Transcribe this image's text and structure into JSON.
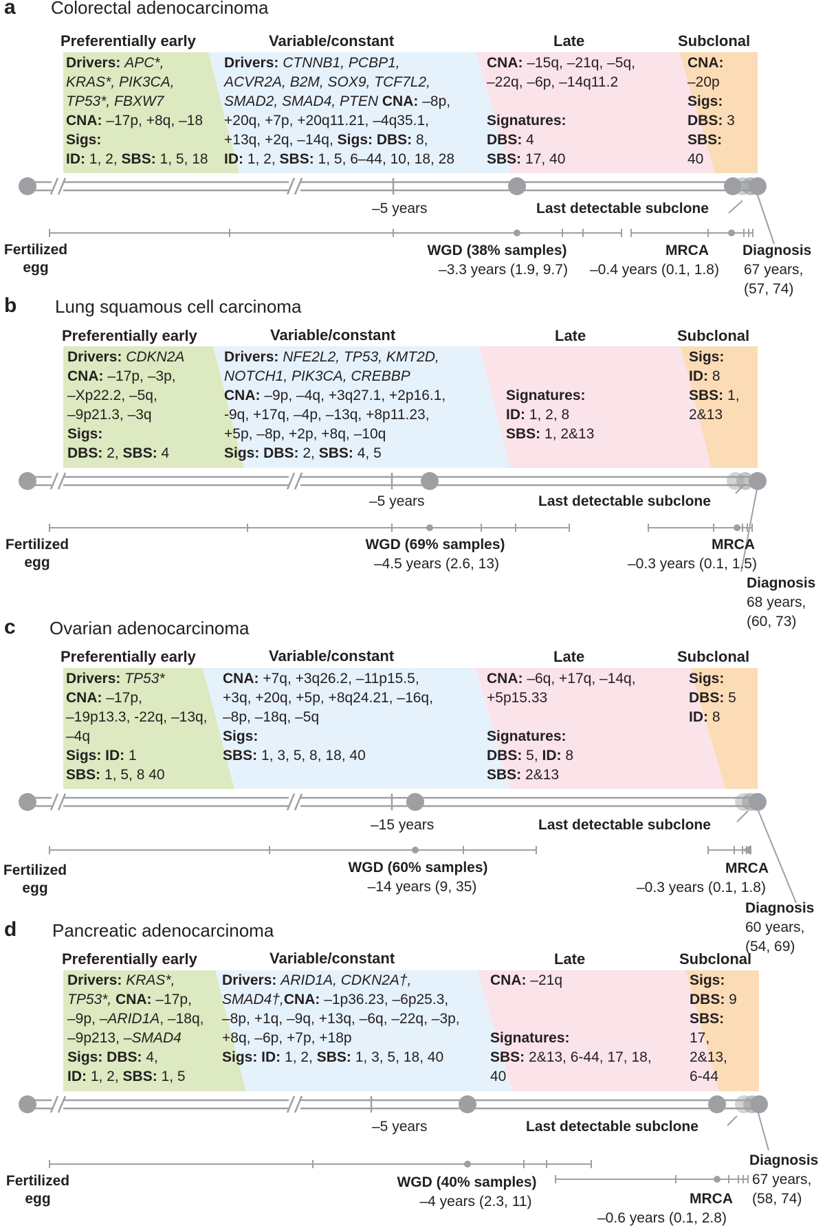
{
  "figure": {
    "headers": {
      "early": "Preferentially early",
      "variable": "Variable/constant",
      "late": "Late",
      "subclonal": "Subclonal"
    },
    "labels": {
      "last_subclone": "Last detectable subclone",
      "fertilized_1": "Fertilized",
      "fertilized_2": "egg",
      "diagnosis": "Diagnosis",
      "mrca": "MRCA"
    },
    "colors": {
      "early": "#dde9c0",
      "variable": "#e6f2fb",
      "late": "#fbe3ea",
      "subclonal": "#fbdcb6",
      "timeline": "#9d9fa2"
    }
  },
  "panels": [
    {
      "letter": "a",
      "title": "Colorectal adenocarcinoma",
      "early": [
        [
          {
            "t": "Drivers: ",
            "b": 1
          },
          {
            "t": "APC*,",
            "i": 1
          }
        ],
        [
          {
            "t": "KRAS*, PIK3CA,",
            "i": 1
          }
        ],
        [
          {
            "t": "TP53*, FBXW7",
            "i": 1
          }
        ],
        [
          {
            "t": "CNA: ",
            "b": 1
          },
          {
            "t": "–17p, +8q, –18"
          }
        ],
        [
          {
            "t": "Sigs:",
            "b": 1
          }
        ],
        [
          {
            "t": "ID: ",
            "b": 1
          },
          {
            "t": "1, 2, "
          },
          {
            "t": "SBS: ",
            "b": 1
          },
          {
            "t": "1, 5, 18"
          }
        ]
      ],
      "variable": [
        [
          {
            "t": "Drivers: ",
            "b": 1
          },
          {
            "t": "CTNNB1, PCBP1,",
            "i": 1
          }
        ],
        [
          {
            "t": "ACVR2A, B2M, SOX9, TCF7L2,",
            "i": 1
          }
        ],
        [
          {
            "t": "SMAD2, SMAD4, PTEN ",
            "i": 1
          },
          {
            "t": "CNA: ",
            "b": 1
          },
          {
            "t": "–8p,"
          }
        ],
        [
          {
            "t": "+20q, +7p, +20q11.21, –4q35.1,"
          }
        ],
        [
          {
            "t": "+13q, +2q, –14q, "
          },
          {
            "t": "Sigs: DBS: ",
            "b": 1
          },
          {
            "t": "8,"
          }
        ],
        [
          {
            "t": "ID: ",
            "b": 1
          },
          {
            "t": "1, 2, "
          },
          {
            "t": "SBS: ",
            "b": 1
          },
          {
            "t": "1, 5, 6–44, 10, 18, 28"
          }
        ]
      ],
      "late": [
        [
          {
            "t": "CNA: ",
            "b": 1
          },
          {
            "t": "–15q, –21q, –5q,"
          }
        ],
        [
          {
            "t": "–22q, –6p, –14q11.2"
          }
        ],
        [
          {
            "t": " "
          }
        ],
        [
          {
            "t": "Signatures:",
            "b": 1
          }
        ],
        [
          {
            "t": "DBS: ",
            "b": 1
          },
          {
            "t": "4"
          }
        ],
        [
          {
            "t": "SBS: ",
            "b": 1
          },
          {
            "t": "17, 40"
          }
        ]
      ],
      "subclonal": [
        [
          {
            "t": "CNA:",
            "b": 1
          }
        ],
        [
          {
            "t": "–20p"
          }
        ],
        [
          {
            "t": "Sigs:",
            "b": 1
          }
        ],
        [
          {
            "t": "DBS: ",
            "b": 1
          },
          {
            "t": "3"
          }
        ],
        [
          {
            "t": "SBS:",
            "b": 1
          }
        ],
        [
          {
            "t": "40"
          }
        ]
      ],
      "years": "–5 years",
      "wgd_label": "WGD (38% samples)",
      "wgd_value": "–3.3 years (1.9, 9.7)",
      "mrca_value": "–0.4 years (0.1, 1.8)",
      "age": "67 years,",
      "age_ci": "(57, 74)"
    },
    {
      "letter": "b",
      "title": "Lung squamous cell carcinoma",
      "early": [
        [
          {
            "t": "Drivers: ",
            "b": 1
          },
          {
            "t": "CDKN2A",
            "i": 1
          }
        ],
        [
          {
            "t": "CNA: ",
            "b": 1
          },
          {
            "t": "–17p, –3p,"
          }
        ],
        [
          {
            "t": "–Xp22.2, –5q,"
          }
        ],
        [
          {
            "t": "–9p21.3, –3q"
          }
        ],
        [
          {
            "t": "Sigs:",
            "b": 1
          }
        ],
        [
          {
            "t": "DBS: ",
            "b": 1
          },
          {
            "t": "2, "
          },
          {
            "t": "SBS: ",
            "b": 1
          },
          {
            "t": "4"
          }
        ]
      ],
      "variable": [
        [
          {
            "t": "Drivers: ",
            "b": 1
          },
          {
            "t": "NFE2L2, TP53, KMT2D,",
            "i": 1
          }
        ],
        [
          {
            "t": "NOTCH1, PIK3CA, CREBBP",
            "i": 1
          }
        ],
        [
          {
            "t": "CNA: ",
            "b": 1
          },
          {
            "t": "–9p, –4q, +3q27.1, +2p16.1,"
          }
        ],
        [
          {
            "t": "-9q, +17q, –4p, –13q, +8p11.23,"
          }
        ],
        [
          {
            "t": "+5p, –8p, +2p, +8q, –10q"
          }
        ],
        [
          {
            "t": "Sigs: DBS: ",
            "b": 1
          },
          {
            "t": "2, "
          },
          {
            "t": "SBS: ",
            "b": 1
          },
          {
            "t": "4, 5"
          }
        ]
      ],
      "late": [
        [
          {
            "t": " "
          }
        ],
        [
          {
            "t": " "
          }
        ],
        [
          {
            "t": "Signatures:",
            "b": 1
          }
        ],
        [
          {
            "t": "ID: ",
            "b": 1
          },
          {
            "t": "1, 2, 8"
          }
        ],
        [
          {
            "t": "SBS: ",
            "b": 1
          },
          {
            "t": "1, 2&13"
          }
        ]
      ],
      "subclonal": [
        [
          {
            "t": "Sigs:",
            "b": 1
          }
        ],
        [
          {
            "t": "ID: ",
            "b": 1
          },
          {
            "t": "8"
          }
        ],
        [
          {
            "t": "SBS: ",
            "b": 1
          },
          {
            "t": "1,"
          }
        ],
        [
          {
            "t": "2&13"
          }
        ]
      ],
      "years": "–5 years",
      "wgd_label": "WGD (69% samples)",
      "wgd_value": "–4.5 years (2.6, 13)",
      "mrca_value": "–0.3 years (0.1, 1.5)",
      "age": "68 years,",
      "age_ci": "(60, 73)"
    },
    {
      "letter": "c",
      "title": "Ovarian adenocarcinoma",
      "early": [
        [
          {
            "t": "Drivers: ",
            "b": 1
          },
          {
            "t": "TP53*",
            "i": 1
          }
        ],
        [
          {
            "t": "CNA: ",
            "b": 1
          },
          {
            "t": "–17p,"
          }
        ],
        [
          {
            "t": "–19p13.3, -22q, –13q,"
          }
        ],
        [
          {
            "t": "–4q"
          }
        ],
        [
          {
            "t": "Sigs: ID: ",
            "b": 1
          },
          {
            "t": "1"
          }
        ],
        [
          {
            "t": "SBS: ",
            "b": 1
          },
          {
            "t": "1, 5, 8 40"
          }
        ]
      ],
      "variable": [
        [
          {
            "t": "CNA: ",
            "b": 1
          },
          {
            "t": "+7q, +3q26.2, –11p15.5,"
          }
        ],
        [
          {
            "t": "+3q, +20q, +5p, +8q24.21, –16q,"
          }
        ],
        [
          {
            "t": "–8p, –18q, –5q"
          }
        ],
        [
          {
            "t": "Sigs:",
            "b": 1
          }
        ],
        [
          {
            "t": "SBS: ",
            "b": 1
          },
          {
            "t": "1, 3, 5, 8, 18, 40"
          }
        ]
      ],
      "late": [
        [
          {
            "t": "CNA: ",
            "b": 1
          },
          {
            "t": "–6q, +17q, –14q,"
          }
        ],
        [
          {
            "t": "+5p15.33"
          }
        ],
        [
          {
            "t": " "
          }
        ],
        [
          {
            "t": "Signatures:",
            "b": 1
          }
        ],
        [
          {
            "t": "DBS: ",
            "b": 1
          },
          {
            "t": "5, "
          },
          {
            "t": "ID: ",
            "b": 1
          },
          {
            "t": "8"
          }
        ],
        [
          {
            "t": "SBS: ",
            "b": 1
          },
          {
            "t": "2&13"
          }
        ]
      ],
      "subclonal": [
        [
          {
            "t": "Sigs:",
            "b": 1
          }
        ],
        [
          {
            "t": "DBS: ",
            "b": 1
          },
          {
            "t": "5"
          }
        ],
        [
          {
            "t": "ID: ",
            "b": 1
          },
          {
            "t": "8"
          }
        ]
      ],
      "years": "–15 years",
      "wgd_label": "WGD (60% samples)",
      "wgd_value": "–14 years (9, 35)",
      "mrca_value": "–0.3 years (0.1, 1.8)",
      "age": "60 years,",
      "age_ci": "(54, 69)"
    },
    {
      "letter": "d",
      "title": "Pancreatic adenocarcinoma",
      "early": [
        [
          {
            "t": "Drivers: ",
            "b": 1
          },
          {
            "t": "KRAS*,",
            "i": 1
          }
        ],
        [
          {
            "t": "TP53*, ",
            "i": 1
          },
          {
            "t": "CNA: ",
            "b": 1
          },
          {
            "t": "–17p,"
          }
        ],
        [
          {
            "t": "–9p, –"
          },
          {
            "t": "ARID1A",
            "i": 1
          },
          {
            "t": ", –18q,"
          }
        ],
        [
          {
            "t": "–9p213, –"
          },
          {
            "t": "SMAD4",
            "i": 1
          }
        ],
        [
          {
            "t": "Sigs: DBS: ",
            "b": 1
          },
          {
            "t": "4,"
          }
        ],
        [
          {
            "t": "ID: ",
            "b": 1
          },
          {
            "t": "1, 2, "
          },
          {
            "t": "SBS: ",
            "b": 1
          },
          {
            "t": "1, 5"
          }
        ]
      ],
      "variable": [
        [
          {
            "t": "Drivers: ",
            "b": 1
          },
          {
            "t": "ARID1A, CDKN2A†,",
            "i": 1
          }
        ],
        [
          {
            "t": "SMAD4†,",
            "i": 1
          },
          {
            "t": "CNA: ",
            "b": 1
          },
          {
            "t": "–1p36.23, –6p25.3,"
          }
        ],
        [
          {
            "t": "–8p, +1q, –9q, +13q, –6q, –22q, –3p,"
          }
        ],
        [
          {
            "t": "+8q, –6p, +7p, +18p"
          }
        ],
        [
          {
            "t": "Sigs: ID: ",
            "b": 1
          },
          {
            "t": "1, 2, "
          },
          {
            "t": "SBS: ",
            "b": 1
          },
          {
            "t": "1, 3, 5, 18, 40"
          }
        ]
      ],
      "late": [
        [
          {
            "t": "CNA: ",
            "b": 1
          },
          {
            "t": "–21q"
          }
        ],
        [
          {
            "t": " "
          }
        ],
        [
          {
            "t": " "
          }
        ],
        [
          {
            "t": "Signatures:",
            "b": 1
          }
        ],
        [
          {
            "t": "SBS: ",
            "b": 1
          },
          {
            "t": "2&13, 6-44, 17, 18,"
          }
        ],
        [
          {
            "t": "40"
          }
        ]
      ],
      "subclonal": [
        [
          {
            "t": "Sigs:",
            "b": 1
          }
        ],
        [
          {
            "t": "DBS: ",
            "b": 1
          },
          {
            "t": "9"
          }
        ],
        [
          {
            "t": "SBS:",
            "b": 1
          }
        ],
        [
          {
            "t": "17,"
          }
        ],
        [
          {
            "t": "2&13,"
          }
        ],
        [
          {
            "t": "6-44"
          }
        ]
      ],
      "years": "–5 years",
      "wgd_label": "WGD (40% samples)",
      "wgd_value": "–4 years (2.3, 11)",
      "mrca_value": "–0.6 years (0.1, 2.8)",
      "age": "67 years,",
      "age_ci": "(58, 74)"
    }
  ]
}
